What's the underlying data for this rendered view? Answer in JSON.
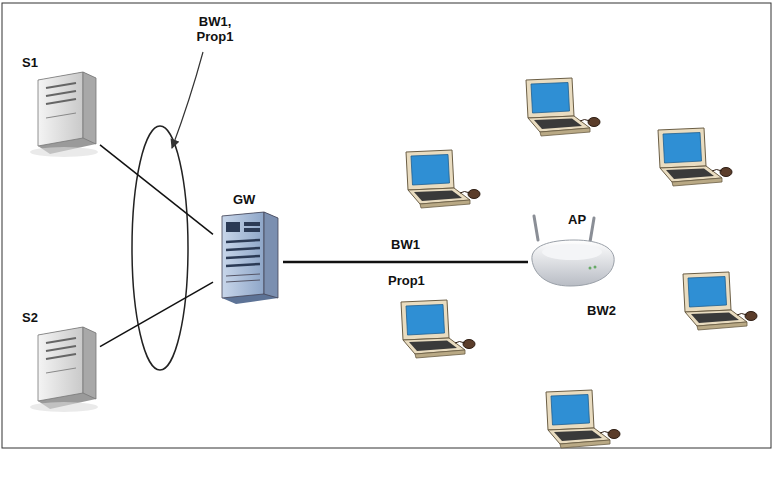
{
  "diagram": {
    "nodes": [
      {
        "text": [
          "S1"
        ]
      },
      {
        "text": [
          "S2"
        ]
      },
      {
        "text": [
          "GW"
        ]
      },
      {
        "text": [
          "AP"
        ]
      }
    ],
    "edges": [
      {
        "from": 0,
        "to": 2,
        "arrow": "none"
      },
      {
        "from": 1,
        "to": 2,
        "arrow": "none"
      },
      {
        "from": 2,
        "to": 3,
        "label": "BW1",
        "arrow": "none"
      }
    ],
    "labels": [
      "BW1, Prop1",
      "Prop1",
      "BW2"
    ]
  }
}
